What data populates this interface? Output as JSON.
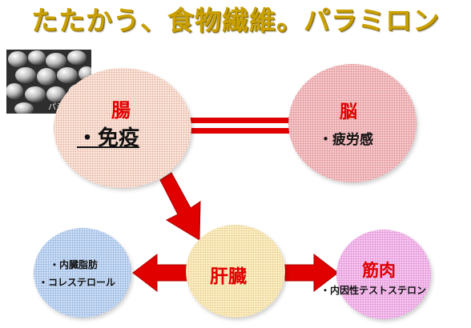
{
  "title": "たたかう、食物繊維。パラミロン",
  "photo_label": "パラミロン",
  "nodes": {
    "gut": {
      "name": "腸",
      "item": "・免疫"
    },
    "brain": {
      "name": "脳",
      "item": "・疲労感"
    },
    "liver": {
      "name": "肝臓"
    },
    "fat": {
      "items": [
        "・内臓脂肪",
        "・コレステロール"
      ]
    },
    "muscle": {
      "name": "筋肉",
      "item": "・内因性テストステロン"
    }
  },
  "colors": {
    "title": "#c9a000",
    "arrow": "#e00000",
    "gut": "#fbe9df",
    "brain": "#f6cccd",
    "fat": "#cfe0f5",
    "liver": "#fcefc9",
    "muscle": "#f6c8ef"
  }
}
